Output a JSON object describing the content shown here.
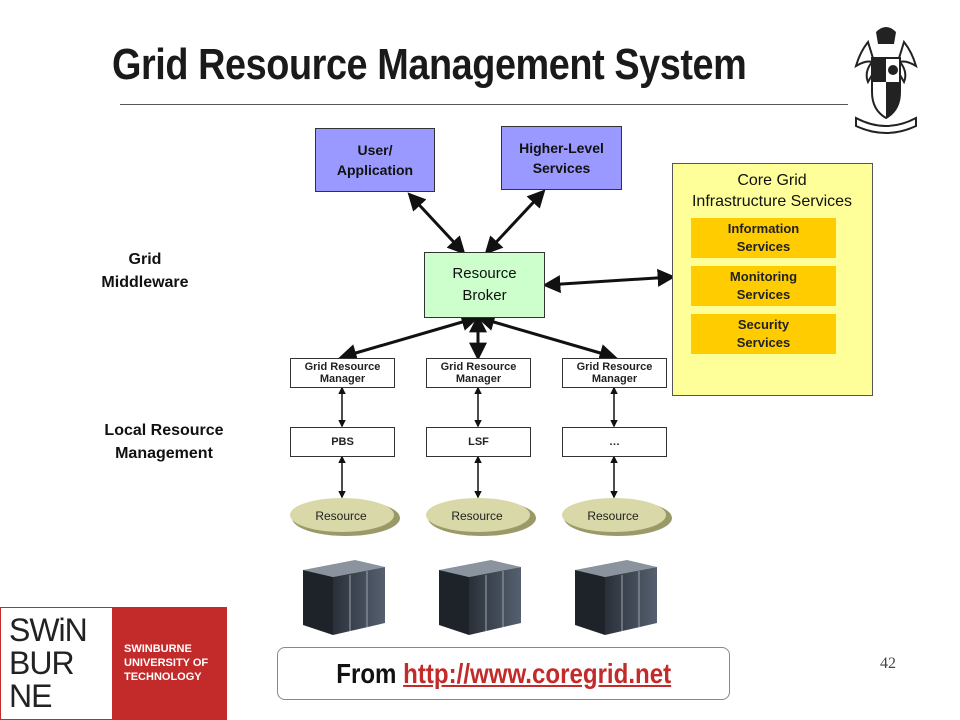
{
  "title": "Grid Resource Management System",
  "top_boxes": {
    "user_app": "User/\nApplication",
    "higher_level": "Higher-Level\nServices"
  },
  "broker": "Resource\nBroker",
  "core": {
    "title": "Core Grid\nInfrastructure Services",
    "services": [
      "Information\nServices",
      "Monitoring\nServices",
      "Security\nServices"
    ]
  },
  "layers": {
    "middleware": "Grid\nMiddleware",
    "local": "Local Resource\nManagement"
  },
  "managers": [
    "Grid Resource\nManager",
    "Grid Resource\nManager",
    "Grid Resource\nManager"
  ],
  "local_systems": [
    "PBS",
    "LSF",
    "…"
  ],
  "resources": [
    "Resource",
    "Resource",
    "Resource"
  ],
  "footer": {
    "from_label": "From ",
    "url": "http://www.coregrid.net",
    "slide_number": "42"
  },
  "brand": {
    "logo_lines": [
      "SWiN",
      "BUR",
      "NE"
    ],
    "name_lines": [
      "SWINBURNE",
      "UNIVERSITY OF",
      "TECHNOLOGY"
    ],
    "color": "#c32b2b"
  },
  "colors": {
    "top_boxes": "#9999ff",
    "broker": "#ccffcc",
    "core_panel": "#ffff99",
    "core_services": "#ffcc00"
  }
}
